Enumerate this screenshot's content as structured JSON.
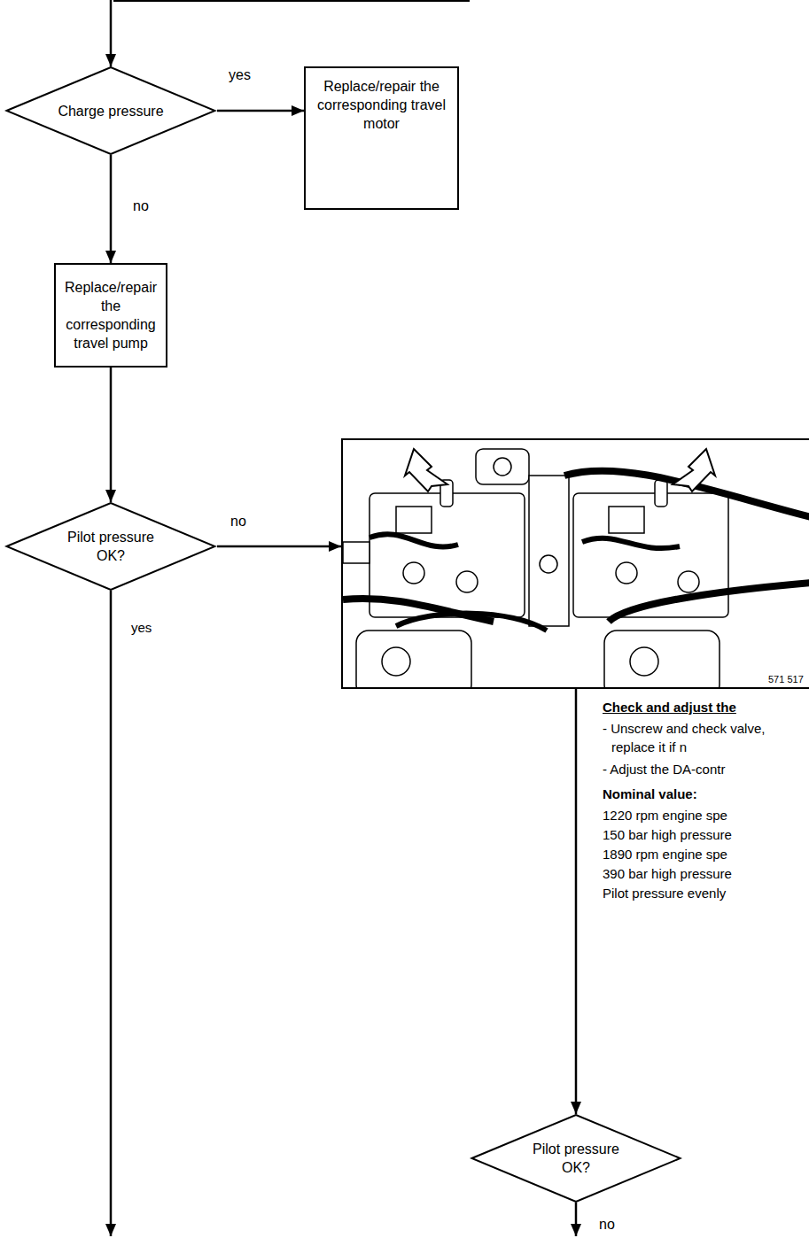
{
  "diagram": {
    "nodes": [
      {
        "text": [
          "Charge pressure"
        ]
      },
      {
        "text": [
          "Replace/repair the corresponding travel motor"
        ]
      },
      {
        "text": [
          "Replace/repair the corresponding travel pump"
        ]
      },
      {
        "text": [
          "Pilot pressure OK?"
        ]
      },
      {
        "text": [
          "571 517"
        ]
      },
      {
        "text": [
          "Pilot pressure OK?"
        ]
      }
    ],
    "edges": [
      {
        "from": 0,
        "to": 1,
        "label": "yes",
        "arrow": "to"
      },
      {
        "from": 0,
        "to": 2,
        "label": "no",
        "arrow": "to"
      },
      {
        "from": 2,
        "to": 3,
        "arrow": "to"
      },
      {
        "from": 3,
        "to": 4,
        "label": "no",
        "arrow": "to"
      },
      {
        "from": 4,
        "to": 5,
        "arrow": "to"
      }
    ],
    "labels": [
      "yes",
      "Check and adjust the",
      "- Unscrew and check valve, replace it if n",
      "- Adjust the DA-contr",
      "Nominal value:",
      "1220 rpm engine spe",
      "150 bar high pressure",
      "1890 rpm engine spe",
      "390 bar high pressure",
      "Pilot pressure evenly",
      "no"
    ]
  }
}
